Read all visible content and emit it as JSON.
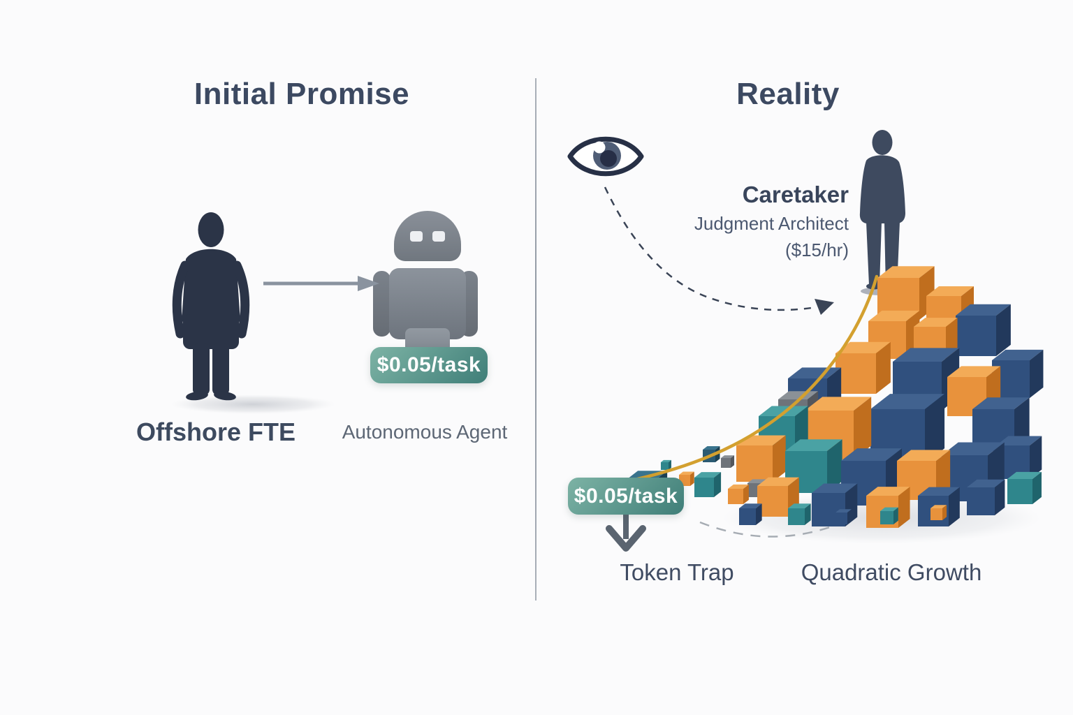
{
  "left_panel": {
    "title": "Initial Promise",
    "offshore_label": "Offshore FTE",
    "agent_label": "Autonomous Agent",
    "badge": "$0.05/task"
  },
  "right_panel": {
    "title": "Reality",
    "caretaker_title": "Caretaker",
    "caretaker_role": "Judgment Architect",
    "caretaker_rate": "($15/hr)",
    "badge": "$0.05/task",
    "token_trap_label": "Token Trap",
    "quadratic_growth_label": "Quadratic Growth"
  },
  "icons": {
    "left_figure": "offshore-person-silhouette",
    "transition_arrow": "arrow-right",
    "robot": "autonomous-agent-robot",
    "eye": "oversight-eye",
    "caretaker_figure": "caretaker-person-silhouette",
    "cube_pile": "token-cube-pile",
    "growth_curve": "quadratic-growth-curve",
    "price_drop_arrow": "arrow-down"
  },
  "colors": {
    "ink": "#3c4961",
    "muted_ink": "#5d6775",
    "silhouette_navy": "#2b3447",
    "robot_gray": "#7b838d",
    "badge_teal_light": "#7db3a5",
    "badge_teal_dark": "#3f7e78",
    "curve_gold": "#d3a02f",
    "cube_orange": "#e8923c",
    "cube_blue": "#30507e",
    "cube_teal": "#2f868c",
    "divider_gray": "#959ca6"
  }
}
